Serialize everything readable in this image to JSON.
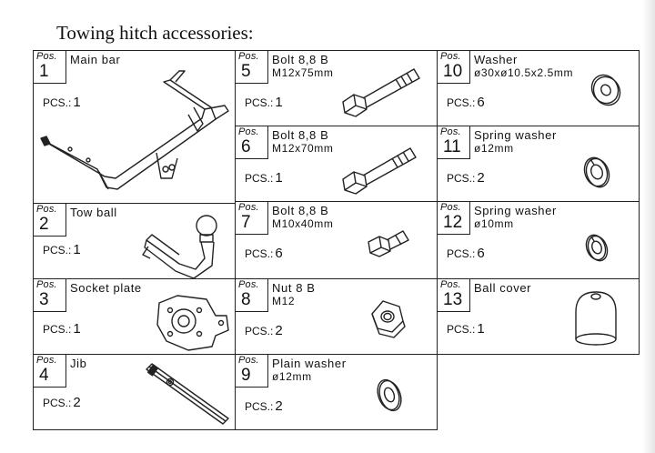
{
  "title": "Towing hitch accessories:",
  "pos_label": "Pos.",
  "pcs_label": "PCS.:",
  "items": [
    {
      "pos": "1",
      "name": "Main bar",
      "spec": "",
      "pcs": "1",
      "icon": "main-bar-icon"
    },
    {
      "pos": "2",
      "name": "Tow ball",
      "spec": "",
      "pcs": "1",
      "icon": "tow-ball-icon"
    },
    {
      "pos": "3",
      "name": "Socket plate",
      "spec": "",
      "pcs": "1",
      "icon": "socket-plate-icon"
    },
    {
      "pos": "4",
      "name": "Jib",
      "spec": "",
      "pcs": "2",
      "icon": "jib-icon"
    },
    {
      "pos": "5",
      "name": "Bolt 8,8 B",
      "spec": "M12x75mm",
      "pcs": "1",
      "icon": "bolt-icon"
    },
    {
      "pos": "6",
      "name": "Bolt 8,8 B",
      "spec": "M12x70mm",
      "pcs": "1",
      "icon": "bolt-icon"
    },
    {
      "pos": "7",
      "name": "Bolt 8,8 B",
      "spec": "M10x40mm",
      "pcs": "6",
      "icon": "bolt-icon"
    },
    {
      "pos": "8",
      "name": "Nut 8 B",
      "spec": "M12",
      "pcs": "2",
      "icon": "nut-icon"
    },
    {
      "pos": "9",
      "name": "Plain washer",
      "spec": "ø12mm",
      "pcs": "2",
      "icon": "plain-washer-icon"
    },
    {
      "pos": "10",
      "name": "Washer",
      "spec": "ø30xø10.5x2.5mm",
      "pcs": "6",
      "icon": "washer-icon"
    },
    {
      "pos": "11",
      "name": "Spring washer",
      "spec": "ø12mm",
      "pcs": "2",
      "icon": "spring-washer-icon"
    },
    {
      "pos": "12",
      "name": "Spring washer",
      "spec": "ø10mm",
      "pcs": "6",
      "icon": "spring-washer-icon"
    },
    {
      "pos": "13",
      "name": "Ball cover",
      "spec": "",
      "pcs": "1",
      "icon": "ball-cover-icon"
    }
  ]
}
